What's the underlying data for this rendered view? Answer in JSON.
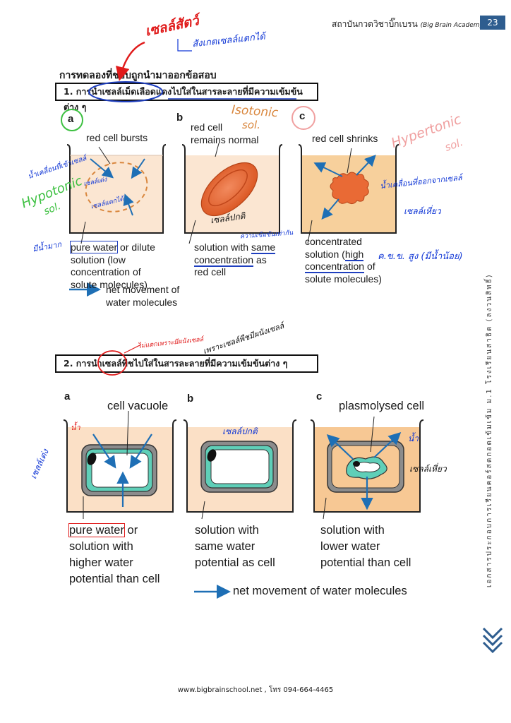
{
  "header": {
    "institute": "สถาบันกวดวิชาบิ๊กเบรน",
    "academy": "(Big Brain Academy)",
    "page_number": "23"
  },
  "section_title": "การทดลองที่ชอบถูกนำมาออกข้อสอบ",
  "q1": "1.  การนำเซลล์เม็ดเลือดแดงไปใส่ในสารละลายที่มีความเข้มข้นต่าง ๆ",
  "q2": "2.  การนำเซลล์พืชไปใส่ในสารละลายที่มีความเข้มข้นต่าง ๆ",
  "fig1": {
    "letter_a": "a",
    "letter_b": "b",
    "letter_c": "c",
    "a_title": "red cell bursts",
    "b_title_1": "red cell",
    "b_title_2": "remains normal",
    "c_title": "red cell shrinks",
    "a_caption_1": "pure water",
    "a_caption_2": " or dilute",
    "a_caption_3": "solution (low",
    "a_caption_4": "concentration of",
    "a_caption_5": "solute molecules)",
    "b_caption_1": "solution with ",
    "b_caption_2": "same",
    "b_caption_3": "concentration",
    "b_caption_4": " as",
    "b_caption_5": "red cell",
    "c_caption_1": "concentrated",
    "c_caption_2": "solution (",
    "c_caption_3": "high",
    "c_caption_4": "concentration",
    "c_caption_5": " of",
    "c_caption_6": "solute molecules)",
    "legend_1": "net movement of",
    "legend_2": "water molecules"
  },
  "fig2": {
    "letter_a": "a",
    "letter_b": "b",
    "letter_c": "c",
    "a_title": "cell vacuole",
    "c_title": "plasmolysed cell",
    "a_caption_1": "pure water",
    "a_caption_2": " or",
    "a_caption_3": "solution with",
    "a_caption_4": "higher water",
    "a_caption_5": "potential than cell",
    "b_caption_1": "solution with",
    "b_caption_2": "same water",
    "b_caption_3": "potential as cell",
    "c_caption_1": "solution with",
    "c_caption_2": "lower water",
    "c_caption_3": "potential than cell",
    "legend": "net movement of water molecules"
  },
  "handwritten": {
    "top_red": "เซลล์สัตว์",
    "top_blue": "สังเกตเซลล์แตกได้",
    "isotonic_1": "Isotonic",
    "isotonic_2": "sol.",
    "hypertonic_1": "Hypertonic",
    "hypertonic_2": "sol.",
    "hypotonic_1": "Hypotonic",
    "hypotonic_2": "sol.",
    "a_side_1": "น้ำเคลื่อนที่เข้าเซลล์",
    "a_side_2": "เซลล์เต่ง",
    "a_side_3": "เซลล์แตกได้",
    "a_bottom": "มีน้ำมาก",
    "b_cell": "เซลล์ปกติ",
    "b_note": "ความเข้มข้นเท่ากัน",
    "c_side_1": "น้ำเคลื่อนที่ออกจากเซลล์",
    "c_side_2": "เซลล์เหี่ยว",
    "c_note": "ค.ข.ข. สูง (มีน้ำน้อย)",
    "q2_note_red": "ไม่แตกเพราะมีผนังเซลล์",
    "q2_note_black": "เพราะเซลล์พืชมีผนังเซลล์",
    "f2a_water": "น้ำ",
    "f2a_side": "เซลล์เต่ง",
    "f2b_note": "เซลล์ปกติ",
    "f2c_water": "น้ำ",
    "f2c_side": "เซลล์เหี่ยว"
  },
  "side_text": "เอกสารประกอบการเรียนคอร์สตกอดเข้มเข้ม ม.1 โรงเรียนสาธิต (ลงวนสิทธิ์)",
  "footer": "www.bigbrainschool.net , โทร 094-664-4465",
  "colors": {
    "accent_blue": "#1e6fb5",
    "header_page_bg": "#2e5d8f",
    "hand_blue": "#1238d6",
    "hand_red": "#e01b1b",
    "hand_green": "#3cc040",
    "hand_orange": "#d9873e",
    "hand_pink": "#f0a0a0",
    "beaker_light": "#fbe6d2",
    "beaker_dark": "#f7d09c"
  }
}
